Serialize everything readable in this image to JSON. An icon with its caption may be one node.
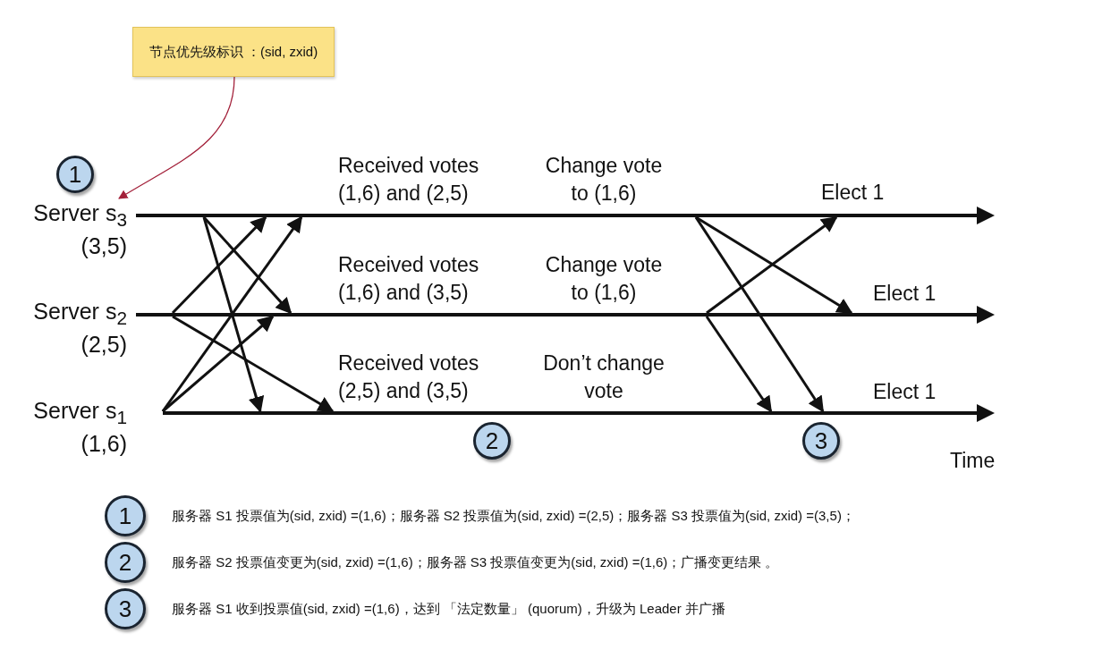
{
  "diagram": {
    "nodes": [
      {
        "text": [
          "节点优先级标识 ：(sid, zxid)"
        ]
      },
      {
        "text": [
          "1"
        ]
      },
      {
        "text": [
          "Server s$_{3}$",
          "(3,5)"
        ]
      },
      {
        "text": [],
        "shape": "line"
      },
      {
        "text": [
          "Server s$_{2}$",
          "(2,5)"
        ]
      },
      {
        "text": [],
        "shape": "line"
      },
      {
        "text": [
          "Server s$_{1}$",
          "(1,6)"
        ]
      },
      {
        "text": [],
        "shape": "line"
      },
      {
        "text": [
          "2"
        ]
      },
      {
        "text": [
          "3"
        ]
      },
      {
        "text": [
          "1"
        ],
        "beside": [
          "服务器 S1 投票值为(sid, zxid) =(1,6)；服务器 S2 投票值为(sid, zxid) =(2,5)；服务器 S3 投票值为(sid, zxid) =(3,5)；"
        ]
      },
      {
        "text": [
          "2"
        ],
        "beside": [
          "服务器 S2 投票值变更为(sid, zxid) =(1,6)；服务器 S3 投票值变更为(sid, zxid) =(1,6)；广播变更结果 。"
        ]
      },
      {
        "text": [
          "3"
        ],
        "beside": [
          "服务器 S1 收到投票值(sid, zxid) =(1,6)，达到 「法定数量」 (quorum)，升级为 Leader 并广播"
        ]
      }
    ],
    "edges": [
      {
        "from": 0,
        "to": 2,
        "arrow": "to",
        "color": "#a3213a"
      },
      {
        "from": 3,
        "to": 5,
        "arrow": "to"
      },
      {
        "from": 3,
        "to": 7,
        "arrow": "to"
      },
      {
        "from": 5,
        "to": 3,
        "arrow": "to"
      },
      {
        "from": 5,
        "to": 7,
        "arrow": "to"
      },
      {
        "from": 7,
        "to": 3,
        "arrow": "to"
      },
      {
        "from": 7,
        "to": 5,
        "arrow": "to"
      },
      {
        "from": 3,
        "to": 5,
        "arrow": "to"
      },
      {
        "from": 3,
        "to": 7,
        "arrow": "to"
      },
      {
        "from": 5,
        "to": 3,
        "arrow": "to"
      },
      {
        "from": 5,
        "to": 7,
        "arrow": "to"
      }
    ],
    "labels": [
      "Received votes (1,6) and (2,5)",
      "Change vote to (1,6)",
      "Elect 1",
      "Received votes (1,6) and (3,5)",
      "Change vote to (1,6)",
      "Elect 1",
      "Received votes (2,5) and (3,5)",
      "Don’t change vote",
      "Elect 1",
      "Time"
    ]
  }
}
